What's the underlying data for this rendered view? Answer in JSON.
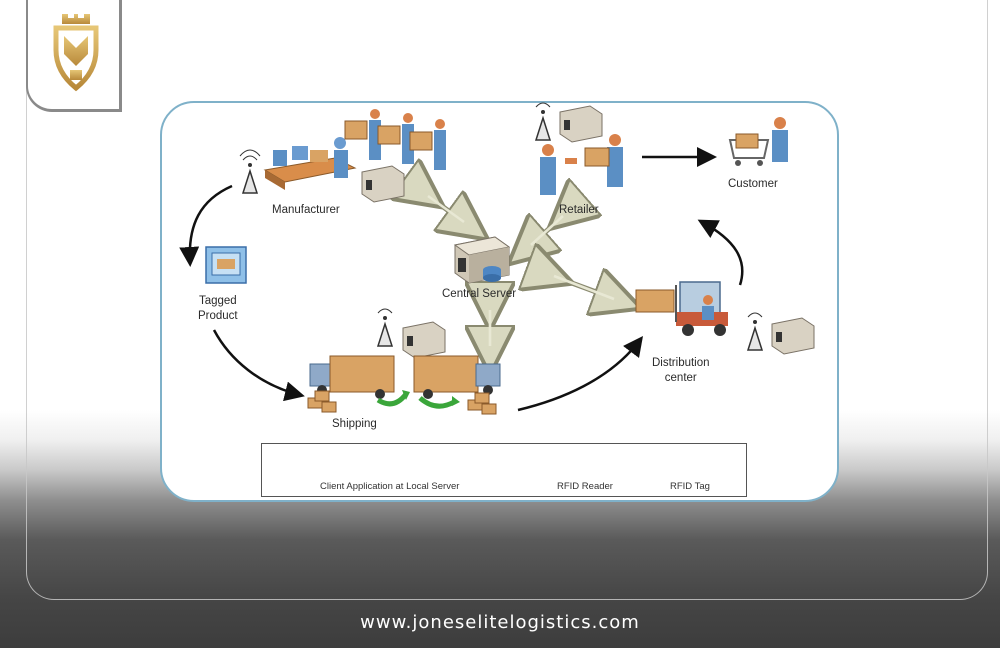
{
  "brand": {
    "logo_icon": "gold-crest-logo-icon",
    "gold": "#c9a14a",
    "website": "www.joneselitelogistics.com"
  },
  "diagram": {
    "nodes": {
      "manufacturer": "Manufacturer",
      "retailer": "Retailer",
      "customer": "Customer",
      "central_server": "Central Server",
      "tagged_product": "Tagged\nProduct",
      "shipping": "Shipping",
      "distribution_center": "Distribution\ncenter"
    },
    "legend": {
      "client_app": "Client Application at Local Server",
      "rfid_reader": "RFID Reader",
      "rfid_tag": "RFID Tag"
    }
  },
  "colors": {
    "panel_border": "#7fb1c9",
    "worker": "#5b8fc4",
    "box": "#d9a364",
    "server": "#d9d2c3",
    "arrow_green": "#3aa63a"
  }
}
